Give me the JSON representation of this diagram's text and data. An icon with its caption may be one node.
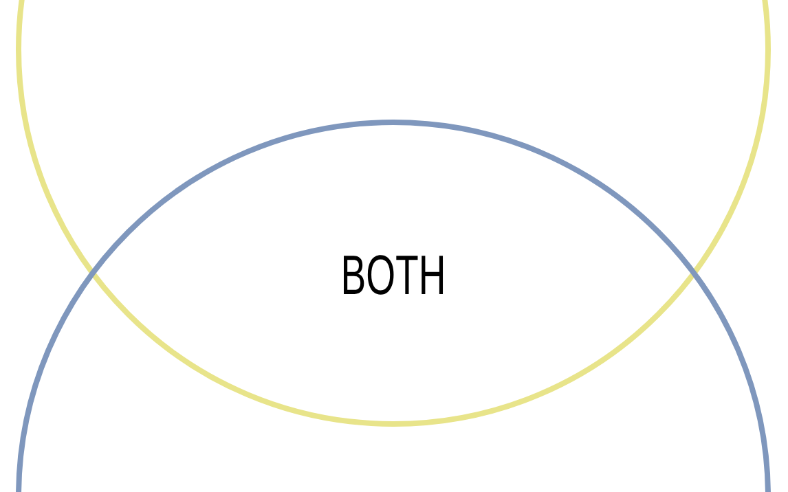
{
  "diagram": {
    "nodes": [
      {
        "text": [],
        "shape": "circle"
      },
      {
        "text": [],
        "shape": "circle"
      }
    ],
    "labels": [
      "BOTH"
    ]
  }
}
